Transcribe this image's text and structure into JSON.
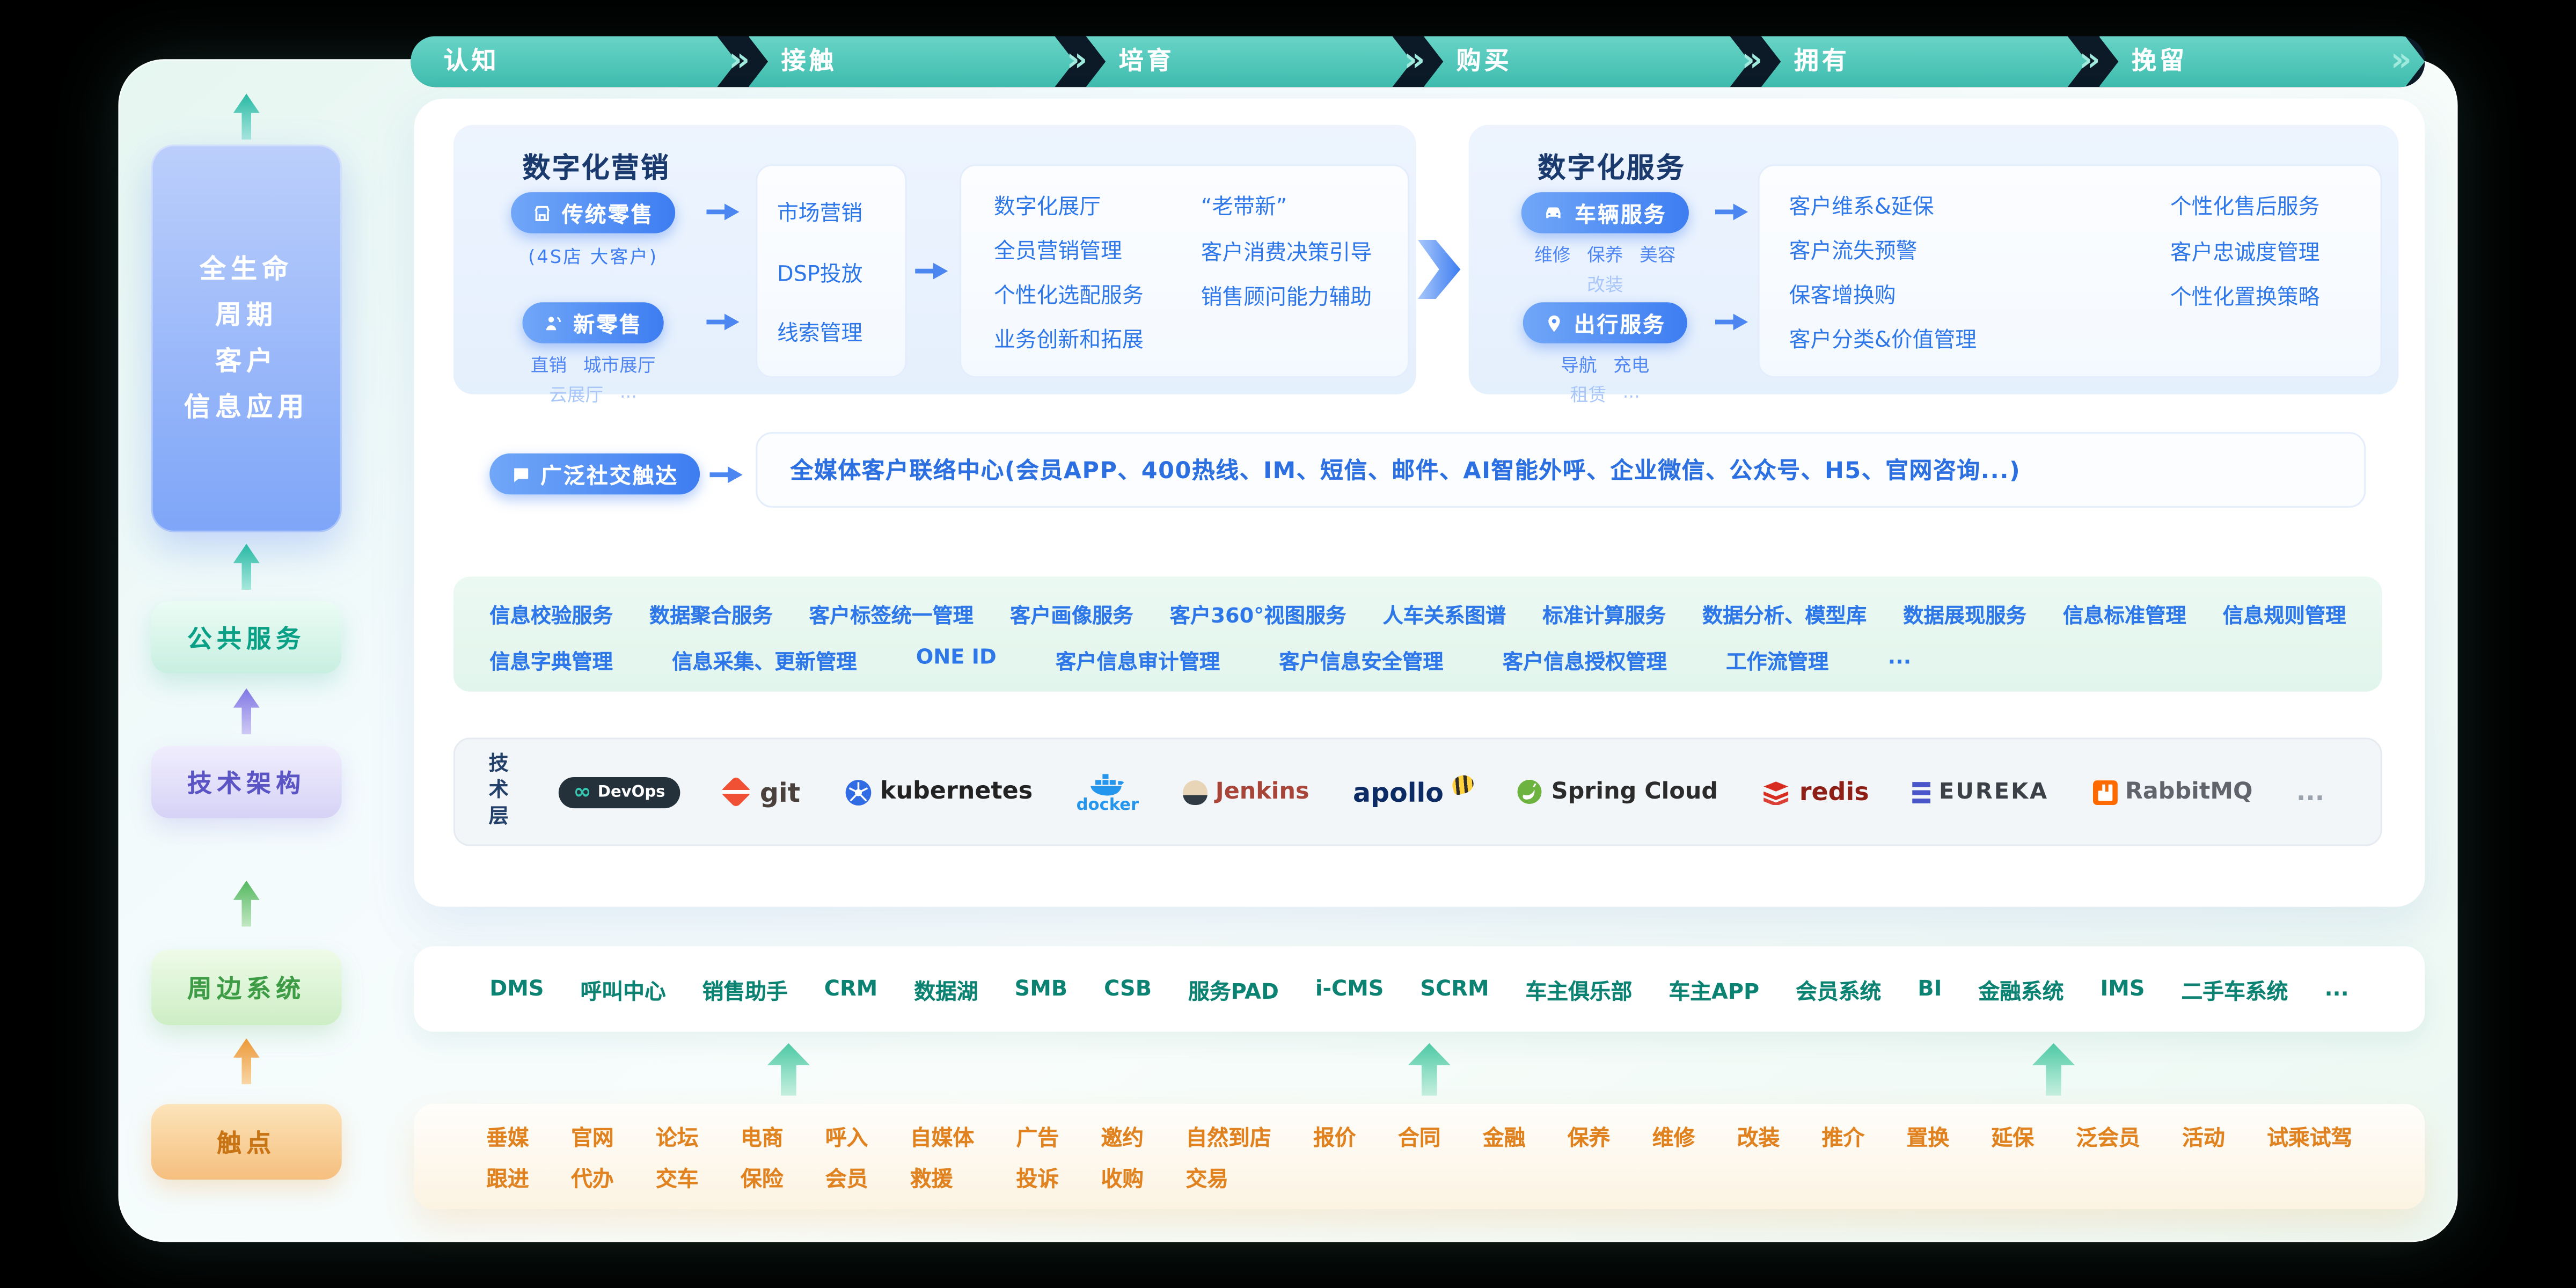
{
  "stages": [
    "认知",
    "接触",
    "培育",
    "购买",
    "拥有",
    "挽留"
  ],
  "glyphs": {
    "stage_chevron": "»",
    "infinity": "∞"
  },
  "sidebar": {
    "lifecycle_lines": [
      "全生命",
      "周期",
      "客户",
      "信息应用"
    ],
    "public_service": "公共服务",
    "tech_architecture": "技术架构",
    "peripheral_systems": "周边系统",
    "touchpoints": "触点"
  },
  "marketing": {
    "title": "数字化营销",
    "traditional_retail": {
      "label": "传统零售",
      "sub": "(4S店  大客户)"
    },
    "new_retail": {
      "label": "新零售",
      "sub_row1": [
        "直销",
        "城市展厅"
      ],
      "sub_row2": [
        "云展厅",
        "..."
      ]
    },
    "funnel_box": [
      "市场营销",
      "DSP投放",
      "线索管理"
    ],
    "capability_col1": [
      "数字化展厅",
      "全员营销管理",
      "个性化选配服务",
      "业务创新和拓展"
    ],
    "capability_col2": [
      "“老带新”",
      "客户消费决策引导",
      "销售顾问能力辅助"
    ]
  },
  "service": {
    "title": "数字化服务",
    "vehicle_service": {
      "label": "车辆服务",
      "sub_row1": [
        "维修",
        "保养",
        "美容"
      ],
      "sub_row2": [
        "改装"
      ]
    },
    "travel_service": {
      "label": "出行服务",
      "sub_row1": [
        "导航",
        "充电"
      ],
      "sub_row2": [
        "租赁",
        "..."
      ]
    },
    "capability_col1": [
      "客户维系&延保",
      "客户流失预警",
      "保客增换购",
      "客户分类&价值管理"
    ],
    "capability_col2": [
      "个性化售后服务",
      "客户忠诚度管理",
      "个性化置换策略"
    ]
  },
  "social_reach": {
    "label": "广泛社交触达",
    "content": "全媒体客户联络中心(会员APP、400热线、IM、短信、邮件、AI智能外呼、企业微信、公众号、H5、官网咨询...)"
  },
  "data_services": {
    "row1": [
      "信息校验服务",
      "数据聚合服务",
      "客户标签统一管理",
      "客户画像服务",
      "客户360°视图服务",
      "人车关系图谱",
      "标准计算服务",
      "数据分析、模型库",
      "数据展现服务",
      "信息标准管理",
      "信息规则管理"
    ],
    "row2": [
      "信息字典管理",
      "信息采集、更新管理",
      "ONE ID",
      "客户信息审计管理",
      "客户信息安全管理",
      "客户信息授权管理",
      "工作流管理",
      "..."
    ]
  },
  "tech_layer": {
    "label": "技术层",
    "logos": [
      "DevOps",
      "git",
      "kubernetes",
      "docker",
      "Jenkins",
      "apollo",
      "Spring Cloud",
      "redis",
      "EUREKA",
      "RabbitMQ",
      "..."
    ]
  },
  "peripheral": [
    "DMS",
    "呼叫中心",
    "销售助手",
    "CRM",
    "数据湖",
    "SMB",
    "CSB",
    "服务PAD",
    "i-CMS",
    "SCRM",
    "车主俱乐部",
    "车主APP",
    "会员系统",
    "BI",
    "金融系统",
    "IMS",
    "二手车系统",
    "..."
  ],
  "touchpoints": {
    "row1": [
      "垂媒",
      "官网",
      "论坛",
      "电商",
      "呼入",
      "自媒体",
      "广告",
      "邀约",
      "自然到店",
      "报价",
      "合同",
      "金融",
      "保养",
      "维修",
      "改装",
      "推介",
      "置换",
      "延保",
      "泛会员",
      "活动",
      "试乘试驾"
    ],
    "row2": [
      "跟进",
      "代办",
      "交车",
      "保险",
      "会员",
      "救援",
      "投诉",
      "收购",
      "交易"
    ]
  },
  "colors": {
    "accent_teal": "#3fbcae",
    "accent_blue": "#3d7df1",
    "accent_green": "#3e9c46",
    "accent_orange": "#e0821f"
  }
}
